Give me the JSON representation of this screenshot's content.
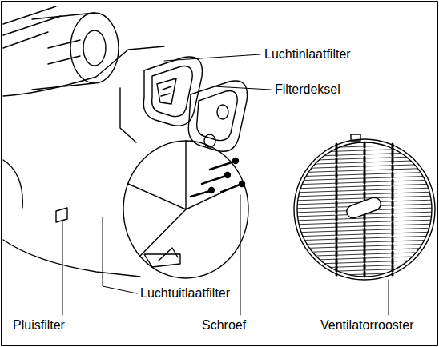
{
  "diagram": {
    "labels": [
      "Luchtinlaatfilter",
      "Filterdeksel",
      "Luchtuitlaatfilter",
      "Pluisfilter",
      "Schroef",
      "Ventilatorrooster"
    ]
  }
}
